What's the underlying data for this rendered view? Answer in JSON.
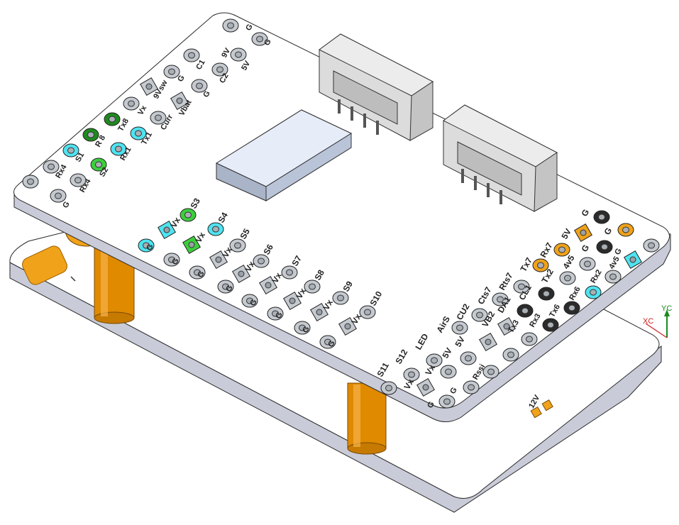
{
  "colors": {
    "board_top": "#ffffff",
    "board_edge": "#c9ccd8",
    "board_outline": "#2a2a2a",
    "pad_gray": "#c5cad0",
    "pad_cyan": "#4fe3f0",
    "pad_green": "#3ccf3c",
    "pad_dark_green": "#1f8a1f",
    "pad_black": "#2b2b2b",
    "pad_orange": "#f0a21a",
    "standoff": "#e08a00",
    "connector": "#d9d9d9",
    "battery_pad": "#bfd2ee",
    "axis_yc": "#1c8a1c",
    "axis_xc": "#cc2222"
  },
  "axis": {
    "yc": "YC",
    "xc": "XC"
  },
  "lower_board": {
    "label_12v": "12V"
  },
  "upper_left_labels": [
    "G",
    "G",
    "9V",
    "5V",
    "C1",
    "C2",
    "G",
    "G",
    "9Vsw",
    "Vbat",
    "Vx",
    "Curr",
    "Tx8",
    "Tx1",
    "R 8",
    "Rx1",
    "S1",
    "S2",
    "Rx4",
    "Rx4",
    "G"
  ],
  "servo_labels": [
    "S3",
    "S4",
    "S5",
    "S6",
    "S7",
    "S8",
    "S9",
    "S10",
    "Vx",
    "Vx",
    "Vx",
    "Vx",
    "Vx",
    "Vx",
    "Vx",
    "Vx",
    "G",
    "G",
    "G",
    "G",
    "G",
    "G",
    "G",
    "G"
  ],
  "bottom_row_labels": [
    "S11",
    "S12",
    "LED",
    "AirS",
    "CU2",
    "Cts7",
    "Rts7",
    "Tx7",
    "Rx7",
    "5V",
    "G",
    "Vx",
    "Vx",
    "5V",
    "5V",
    "VB2",
    "DA1",
    "CL1",
    "Tx2",
    "4v5",
    "G",
    "G",
    "G",
    "G",
    "Rssi",
    "Tx3",
    "Rx3",
    "Tx6",
    "Rx6",
    "Rx2",
    "4v5",
    "G"
  ]
}
